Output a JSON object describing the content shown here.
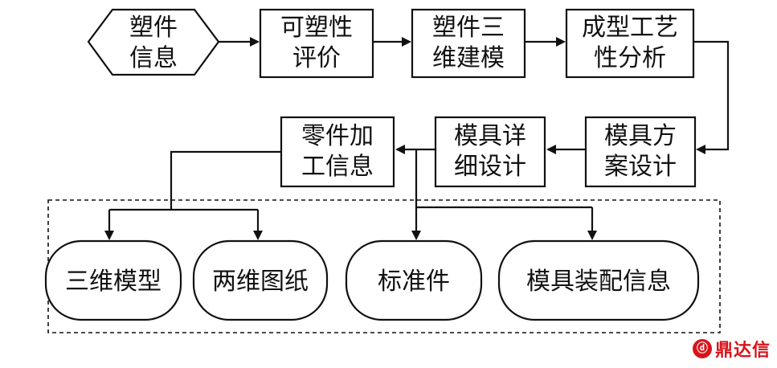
{
  "nodes": {
    "part_info": [
      "塑件",
      "信息"
    ],
    "moldability": [
      "可塑性",
      "评价"
    ],
    "modeling_3d": [
      "塑件三",
      "维建模"
    ],
    "process_analysis": [
      "成型工艺",
      "性分析"
    ],
    "mold_scheme": [
      "模具方",
      "案设计"
    ],
    "mold_detail": [
      "模具详",
      "细设计"
    ],
    "part_processing": [
      "零件加",
      "工信息"
    ],
    "model_3d": "三维模型",
    "drawing_2d": "两维图纸",
    "standard_parts": "标准件",
    "mold_assembly": "模具装配信息"
  },
  "watermark": {
    "logo_char": "ⓓ",
    "text": "鼎达信"
  }
}
